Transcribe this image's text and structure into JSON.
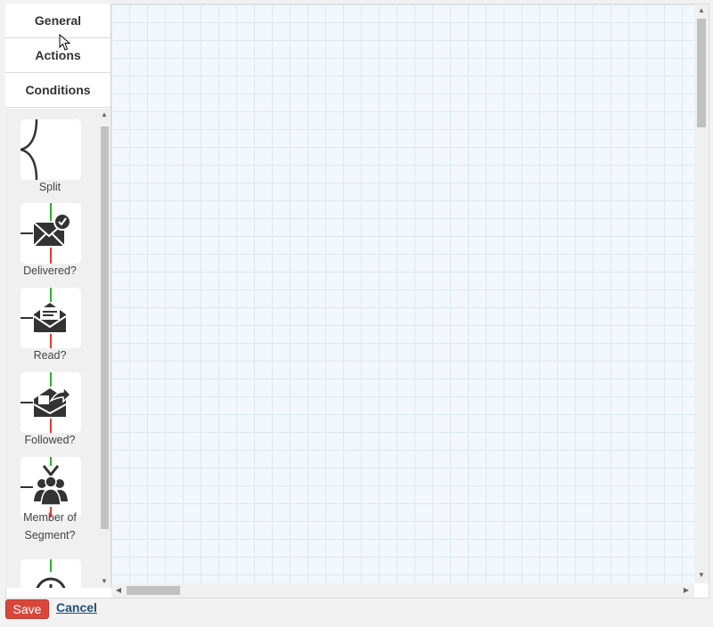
{
  "tabs": [
    {
      "label": "General"
    },
    {
      "label": "Actions"
    },
    {
      "label": "Conditions"
    }
  ],
  "palette": {
    "items": [
      {
        "label": "Split",
        "icon": "split-icon"
      },
      {
        "label": "Delivered?",
        "icon": "envelope-check-icon"
      },
      {
        "label": "Read?",
        "icon": "envelope-open-icon"
      },
      {
        "label": "Followed?",
        "icon": "envelope-forward-icon"
      },
      {
        "label": "Member of Segment?",
        "icon": "group-people-icon"
      },
      {
        "label": "",
        "icon": "clock-icon"
      }
    ]
  },
  "colors": {
    "yes_connector": "#2bb02b",
    "no_connector": "#e53935",
    "save_button": "#d9473b",
    "cancel_link": "#1f4e79",
    "grid_line": "#dbe8f5"
  },
  "footer": {
    "save_label": "Save",
    "cancel_label": "Cancel"
  }
}
